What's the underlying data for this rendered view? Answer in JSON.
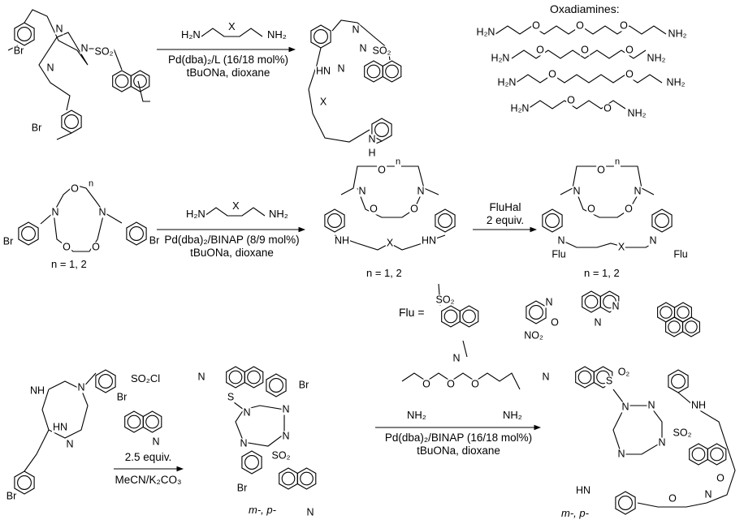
{
  "scheme": {
    "row1": {
      "reagent_left": "H₂N",
      "reagent_x": "X",
      "reagent_right": "NH₂",
      "conditions_line1": "Pd(dba)₂/L (16/18 mol%)",
      "conditions_line2": "tBuONa, dioxane",
      "oxadiamines_title": "Oxadiamines:"
    },
    "row2": {
      "reagent_left": "H₂N",
      "reagent_x": "X",
      "reagent_right": "NH₂",
      "conditions_line1": "Pd(dba)₂/BINAP (8/9 mol%)",
      "conditions_line2": "tBuONa, dioxane",
      "n_label_reactant": "n = 1, 2",
      "n_label_product": "n = 1, 2",
      "n_label_product2": "n = 1, 2",
      "fluhal_line1": "FluHal",
      "fluhal_line2": "2 equiv.",
      "flu_equals": "Flu ="
    },
    "row3": {
      "reagent1_line1": "2.5 equiv.",
      "reagent1_line2": "MeCN/K₂CO₃",
      "reagent1_top": "SO₂Cl",
      "isomer_label_1": "m-, p-",
      "isomer_label_2": "m-, p-",
      "reagent2_left": "NH₂",
      "reagent2_right": "NH₂",
      "conditions_line1": "Pd(dba)₂/BINAP (16/18 mol%)",
      "conditions_line2": "tBuONa, dioxane"
    },
    "atoms": [
      "Br",
      "N",
      "N",
      "SO₂",
      "N",
      "Br",
      "HN",
      "N",
      "N",
      "SO₂",
      "N",
      "X",
      "N",
      "H",
      "H₂N",
      "O",
      "O",
      "O",
      "NH₂",
      "H₂N",
      "O",
      "O",
      "O",
      "NH₂",
      "H₂N",
      "O",
      "O",
      "NH₂",
      "H₂N",
      "O",
      "O",
      "NH₂",
      "O",
      "n",
      "N",
      "N",
      "O",
      "O",
      "Br",
      "Br",
      "O",
      "n",
      "N",
      "N",
      "O",
      "O",
      "NH",
      "X",
      "HN",
      "O",
      "n",
      "N",
      "N",
      "O",
      "O",
      "N",
      "X",
      "N",
      "Flu",
      "Flu",
      "SO₂",
      "N",
      "N",
      "O",
      "N",
      "NO₂",
      "N",
      "NH",
      "HN",
      "N",
      "N",
      "Br",
      "Br",
      "N",
      "N",
      "S",
      "N",
      "N",
      "N",
      "N",
      "SO₂",
      "Br",
      "Br",
      "N",
      "O",
      "O",
      "O",
      "N",
      "S",
      "O₂",
      "N",
      "N",
      "N",
      "N",
      "SO₂",
      "NH",
      "HN",
      "N",
      "O",
      "O"
    ]
  }
}
